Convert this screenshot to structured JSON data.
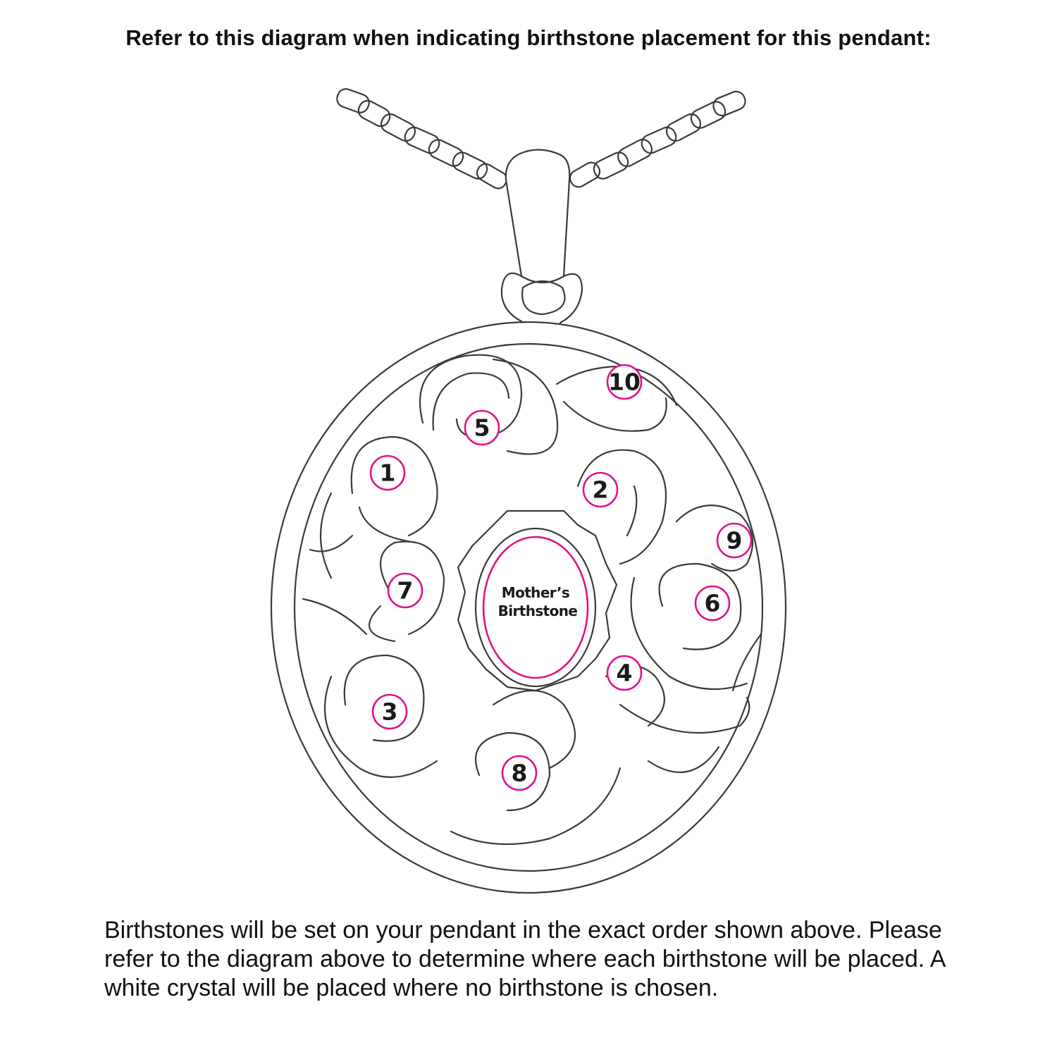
{
  "heading": "Refer to this diagram when indicating birthstone placement for this pendant:",
  "center_stone": {
    "line1": "Mother’s",
    "line2": "Birthstone",
    "ring_color": "#e0128a"
  },
  "stones": [
    {
      "label": "1"
    },
    {
      "label": "2"
    },
    {
      "label": "3"
    },
    {
      "label": "4"
    },
    {
      "label": "5"
    },
    {
      "label": "6"
    },
    {
      "label": "7"
    },
    {
      "label": "8"
    },
    {
      "label": "9"
    },
    {
      "label": "10"
    }
  ],
  "footer": "Birthstones will be set on your pendant in the exact order shown above. Please refer to the diagram above to determine where each birthstone will be placed. A white crystal will be placed where no birthstone is chosen.",
  "colors": {
    "accent": "#e0128a",
    "line": "#3a3a3a",
    "text": "#111111"
  },
  "icons": [
    "pendant-illustration",
    "chain-icon",
    "bail-icon"
  ]
}
